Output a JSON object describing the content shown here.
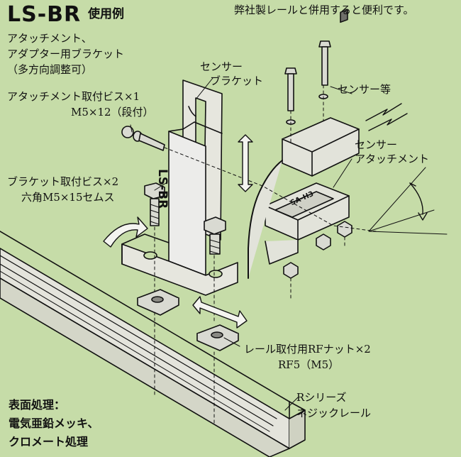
{
  "header": {
    "model": "LS-BR",
    "model_sub": "使用例",
    "compat_note": "弊社製レールと併用すると便利です。"
  },
  "labels": {
    "bracket_purpose_1": "アタッチメント、",
    "bracket_purpose_2": "アダプター用ブラケット",
    "bracket_purpose_3": "（多方向調整可）",
    "sensor_bracket_1": "センサー",
    "sensor_bracket_2": "ブラケット",
    "attach_screw_1": "アタッチメント取付ビス×1",
    "attach_screw_2": "M5×12（段付）",
    "sensor_etc": "センサー等",
    "sensor_attach_1": "センサー",
    "sensor_attach_2": "アタッチメント",
    "bracket_screw_1": "ブラケット取付ビス×2",
    "bracket_screw_2": "六角M5×15セムス",
    "rf_nut_1": "レール取付用RFナット×2",
    "rf_nut_2": "RF5（M5）",
    "rail_1": "Rシリーズ",
    "rail_2": "ネジックレール",
    "bracket_mark": "LS-BR",
    "sensor_mark": "SA-H3"
  },
  "surface": {
    "title": "表面処理：",
    "line1": "電気亜鉛メッキ、",
    "line2": "クロメート処理"
  },
  "colors": {
    "background": "#c6dca8",
    "ink": "#111111",
    "metal": "#e4e4dc"
  }
}
